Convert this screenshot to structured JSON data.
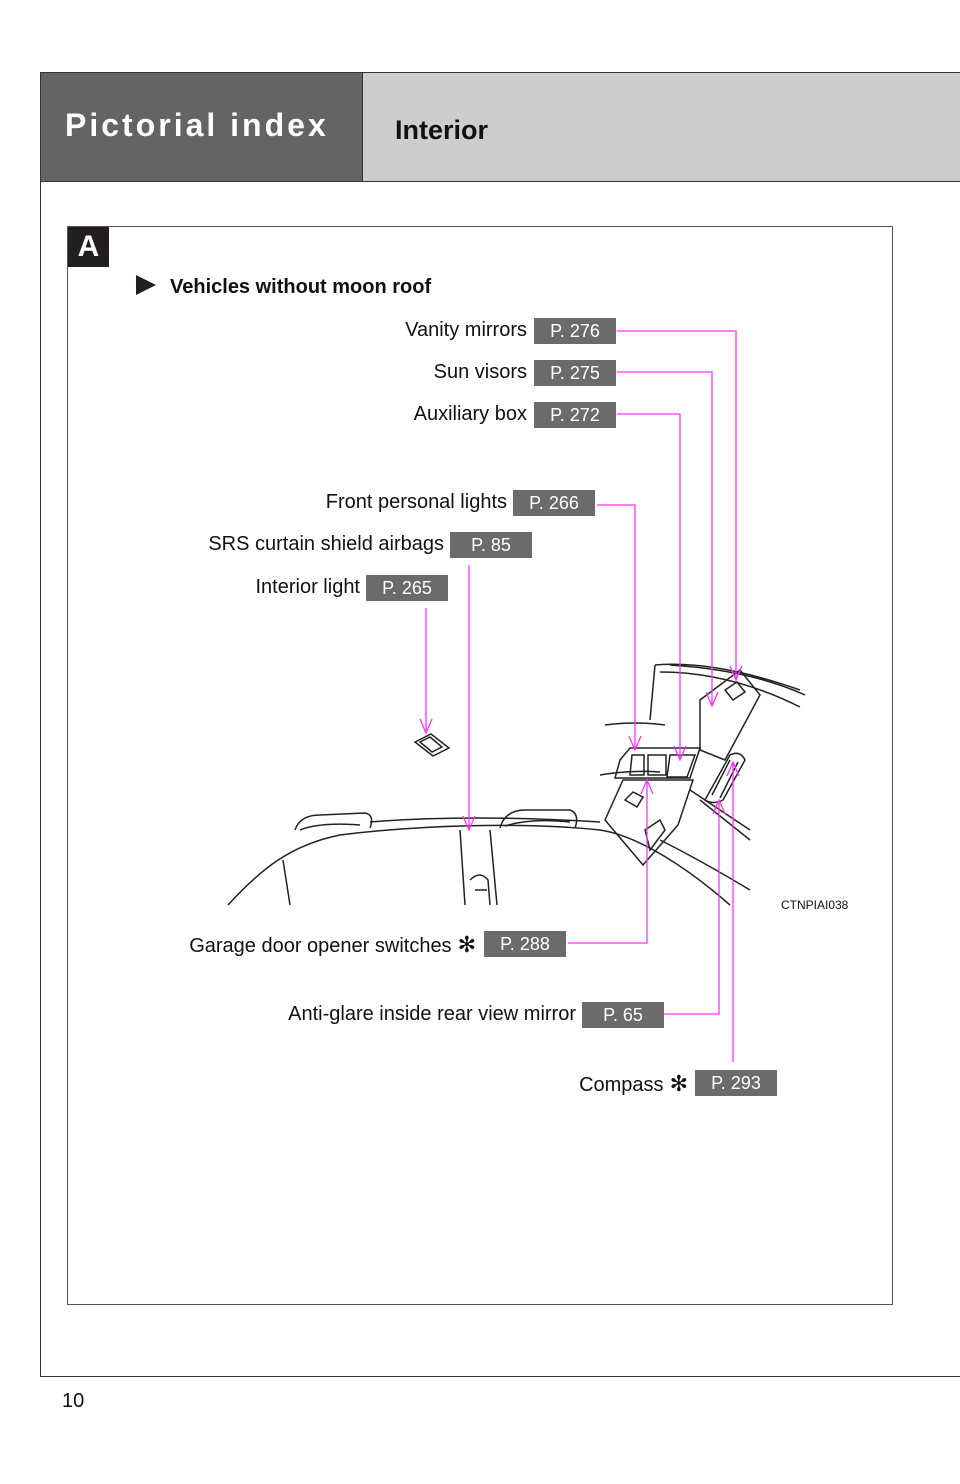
{
  "header": {
    "section": "Pictorial index",
    "title": "Interior"
  },
  "panel": {
    "badge": "A",
    "subtitle": "Vehicles without moon roof",
    "figure_code": "CTNPIAI038"
  },
  "callouts": [
    {
      "label": "Vanity mirrors",
      "page": "P. 276",
      "asterisk": ""
    },
    {
      "label": "Sun visors",
      "page": "P. 275",
      "asterisk": ""
    },
    {
      "label": "Auxiliary box",
      "page": "P. 272",
      "asterisk": ""
    },
    {
      "label": "Front personal lights",
      "page": "P. 266",
      "asterisk": ""
    },
    {
      "label": "SRS curtain shield airbags",
      "page": "P. 85",
      "asterisk": ""
    },
    {
      "label": "Interior light",
      "page": "P. 265",
      "asterisk": ""
    },
    {
      "label": "Garage door opener switches",
      "page": "P. 288",
      "asterisk": "✻"
    },
    {
      "label": "Anti-glare inside rear view mirror",
      "page": "P. 65",
      "asterisk": ""
    },
    {
      "label": "Compass",
      "page": "P. 293",
      "asterisk": "✻"
    }
  ],
  "page_number": "10",
  "colors": {
    "leader": "#ff33ff",
    "badge": "#6b6b6b",
    "header_dark": "#646464",
    "header_light": "#cdcdcd"
  }
}
